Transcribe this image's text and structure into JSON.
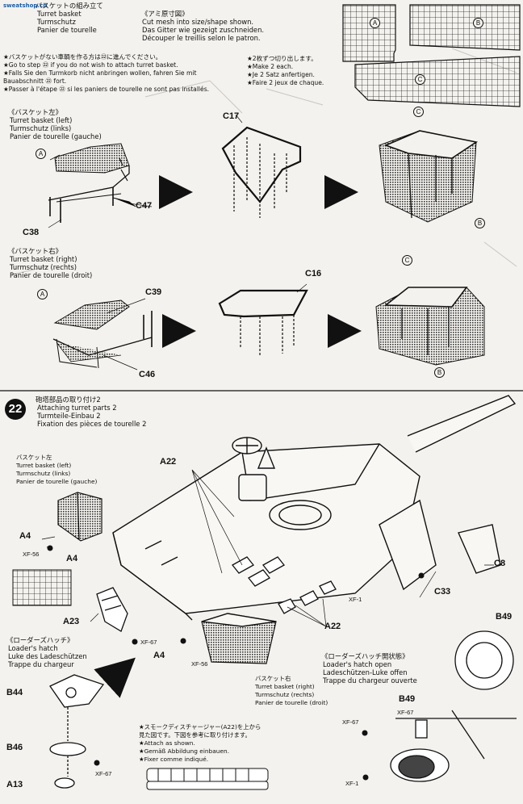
{
  "watermark": {
    "text": "sweatshop.cn"
  },
  "basket_assembly": {
    "jp": "バスケットの組み立て",
    "en": "Turret basket",
    "de": "Turmschutz",
    "fr": "Panier de tourelle"
  },
  "mesh_note": {
    "jp": "《アミ原寸図》",
    "en": "Cut mesh into size/shape shown.",
    "de": "Das Gitter wie gezeigt zuschneiden.",
    "fr": "Découper le treillis selon le patron."
  },
  "skip_note": {
    "jp": "★バスケットがない車輌を作る方は㉒に進んでください。",
    "en": "★Go to step ㉒ if you do not wish to attach turret basket.",
    "de1": "★Falls Sie den Turmkorb nicht anbringen wollen, fahren Sie mit",
    "de2": "Bauabschnitt ㉒ fort.",
    "fr": "★Passer à l'étape ㉒ si les paniers de tourelle ne sont  pas installés."
  },
  "make_two": {
    "jp": "★2枚ずつ切り出します。",
    "en": "★Make 2 each.",
    "de": "★Je 2 Satz anfertigen.",
    "fr": "★Faire 2 jeux de chaque."
  },
  "basket_left": {
    "jp": "《バスケット左》",
    "en": "Turret basket (left)",
    "de": "Turmschutz (links)",
    "fr": "Panier de tourelle (gauche)"
  },
  "basket_right": {
    "jp": "《バスケット右》",
    "en": "Turret basket (right)",
    "de": "Turmschutz (rechts)",
    "fr": "Panier de tourelle (droit)"
  },
  "mesh_labels": {
    "a": "A",
    "b": "B",
    "c": "C"
  },
  "parts": {
    "c17": "C17",
    "c47": "C47",
    "c38": "C38",
    "c39": "C39",
    "c16": "C16",
    "c46": "C46",
    "a22": "A22",
    "a4": "A4",
    "c8": "C8",
    "c33": "C33",
    "b49": "B49",
    "a23": "A23",
    "b44": "B44",
    "b46": "B46",
    "a13": "A13"
  },
  "screws": {
    "xf56": "XF-56",
    "xf67": "XF-67",
    "xf1": "XF-1"
  },
  "step22": {
    "number": "22",
    "jp": "砲塔部品の取り付け2",
    "en": "Attaching turret parts 2",
    "de": "Turmteile-Einbau 2",
    "fr": "Fixation des pièces de tourelle 2"
  },
  "s22_left": {
    "jp": "バスケット左",
    "en": "Turret basket (left)",
    "de": "Turmschutz (links)",
    "fr": "Panier de tourelle (gauche)"
  },
  "s22_right": {
    "jp": "バスケット右",
    "en": "Turret basket (right)",
    "de": "Turmschutz (rechts)",
    "fr": "Panier de tourelle (droit)"
  },
  "loaders_hatch": {
    "jp": "《ローダーズハッチ》",
    "en": "Loader's hatch",
    "de": "Luke des Ladeschützen",
    "fr": "Trappe du chargeur"
  },
  "loaders_hatch_open": {
    "jp": "《ローダーズハッチ開状態》",
    "en": "Loader's hatch open",
    "de": "Ladeschützen-Luke offen",
    "fr": "Trappe du chargeur ouverte"
  },
  "smoke_note": {
    "jp1": "★スモークディスチャージャー(A22)を上から",
    "jp2": "見た図です。下図を参考に取り付けます。",
    "en": "★Attach as shown.",
    "de": "★Gemäß Abbildung einbauen.",
    "fr": "★Fixer comme indiqué."
  }
}
